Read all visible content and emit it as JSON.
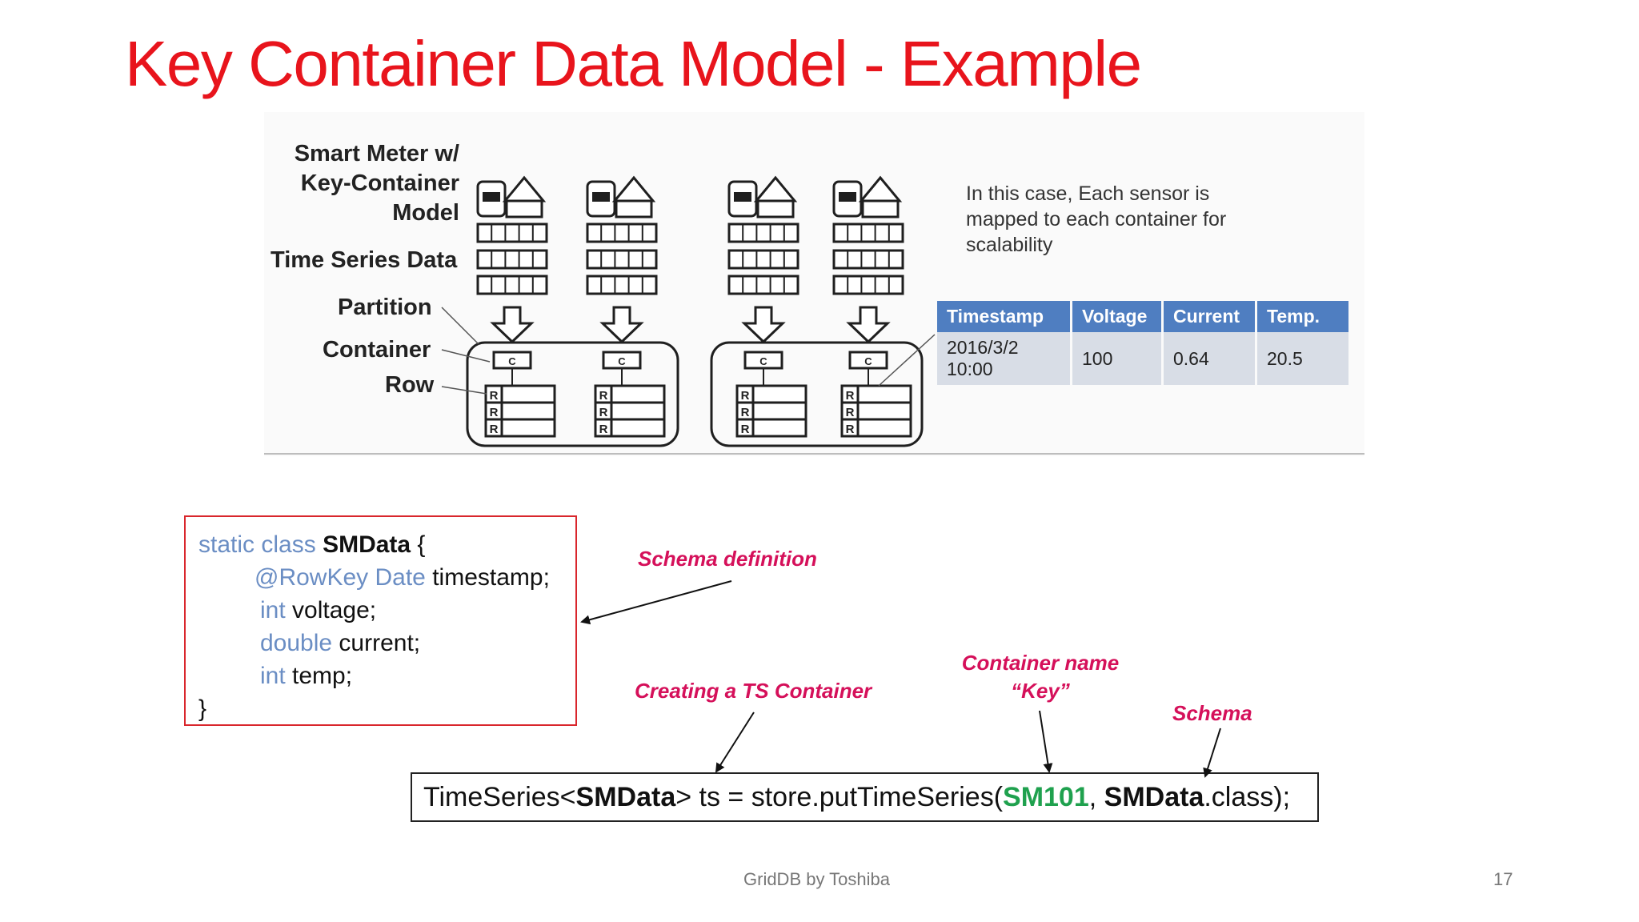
{
  "slide": {
    "title": "Key Container Data Model - Example",
    "footer": "GridDB by Toshiba",
    "page_number": "17"
  },
  "diagram": {
    "label_model_line1": "Smart Meter w/",
    "label_model_line2": "Key-Container",
    "label_model_line3": "Model",
    "label_ts_data": "Time Series Data",
    "label_partition": "Partition",
    "label_container": "Container",
    "label_row": "Row",
    "container_letter": "C",
    "row_letter": "R",
    "note": "In this case, Each sensor is mapped to each container for scalability",
    "table": {
      "headers": [
        "Timestamp",
        "Voltage",
        "Current",
        "Temp."
      ],
      "row": [
        "2016/3/2 10:00",
        "100",
        "0.64",
        "20.5"
      ]
    }
  },
  "code": {
    "line1_kw": "static class",
    "line1_name": "SMData",
    "line1_rest": " {",
    "line2_kw": "@RowKey Date",
    "line2_rest": " timestamp;",
    "line3_kw": "int",
    "line3_rest": " voltage;",
    "line4_kw": "double",
    "line4_rest": " current;",
    "line5_kw": "int",
    "line5_rest": " temp;",
    "line6": "}"
  },
  "annotations": {
    "schema_definition": "Schema definition",
    "creating_ts": "Creating a TS Container",
    "container_name_line1": "Container name",
    "container_name_line2": "“Key”",
    "schema": "Schema"
  },
  "call": {
    "part1": "TimeSeries<",
    "part2": "SMData",
    "part3": "> ts = store.putTimeSeries(",
    "part4": "SM101",
    "part5": ", ",
    "part6": "SMData",
    "part7": ".class);"
  },
  "colors": {
    "title": "#e8141c",
    "annotation": "#d5105a",
    "keyword": "#6b8ec4",
    "key_name": "#1fa14e",
    "table_header": "#4f7ec1",
    "table_cell": "#d8dde6"
  }
}
